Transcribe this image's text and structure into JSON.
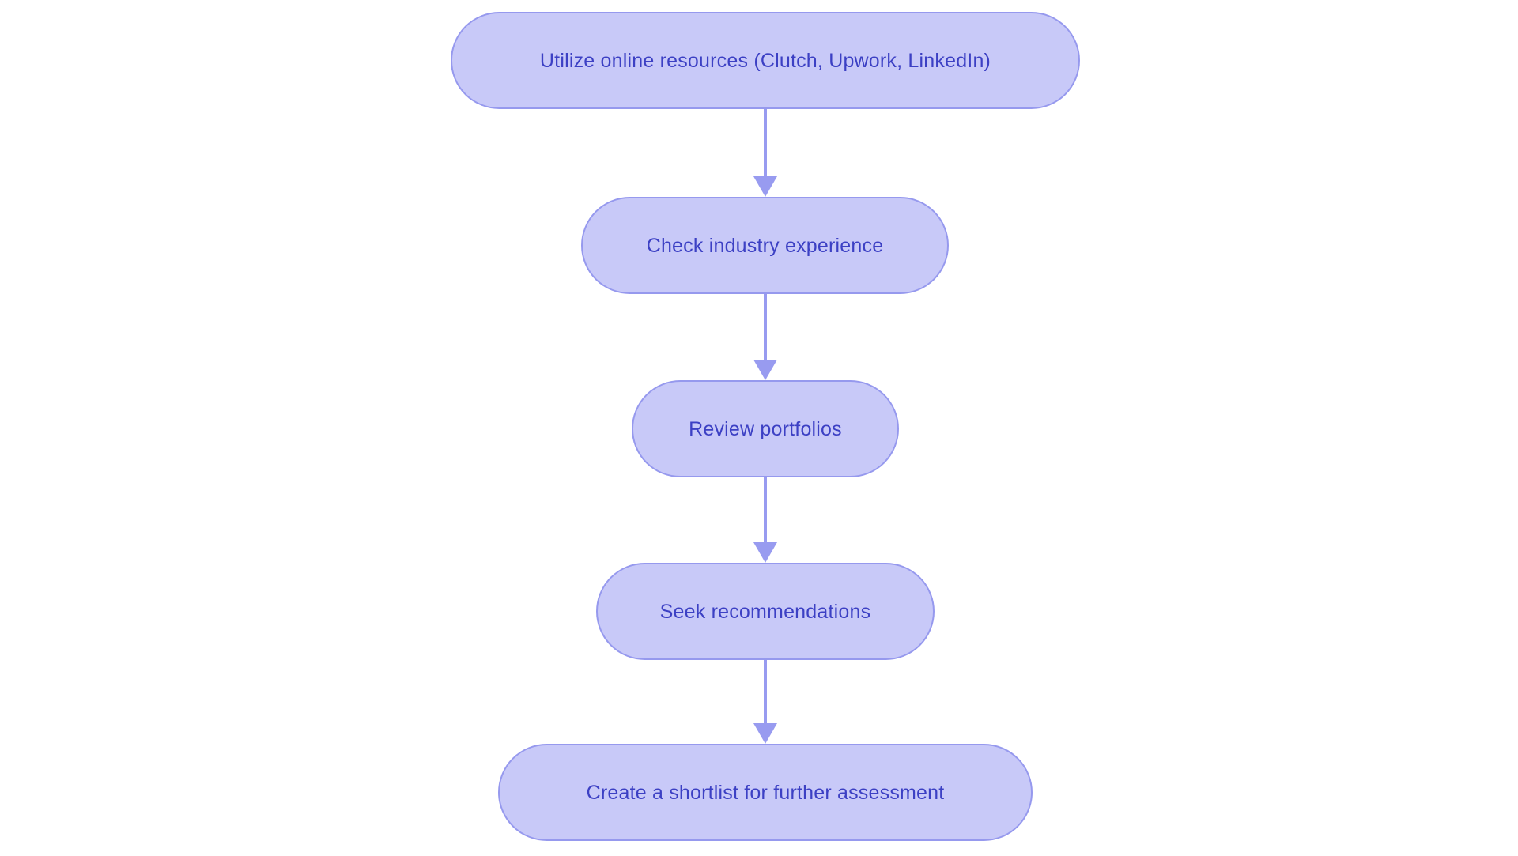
{
  "diagram": {
    "type": "flowchart",
    "direction": "top-down",
    "nodes": [
      {
        "id": "step-1",
        "shape": "stadium",
        "label": "Utilize online resources (Clutch, Upwork, LinkedIn)"
      },
      {
        "id": "step-2",
        "shape": "stadium",
        "label": "Check industry experience"
      },
      {
        "id": "step-3",
        "shape": "stadium",
        "label": "Review portfolios"
      },
      {
        "id": "step-4",
        "shape": "stadium",
        "label": "Seek recommendations"
      },
      {
        "id": "step-5",
        "shape": "stadium",
        "label": "Create a shortlist for further assessment"
      }
    ],
    "edges": [
      {
        "from": "step-1",
        "to": "step-2",
        "style": "solid-arrow"
      },
      {
        "from": "step-2",
        "to": "step-3",
        "style": "solid-arrow"
      },
      {
        "from": "step-3",
        "to": "step-4",
        "style": "solid-arrow"
      },
      {
        "from": "step-4",
        "to": "step-5",
        "style": "solid-arrow"
      }
    ],
    "colors": {
      "node_fill": "#c8c9f8",
      "node_border": "#9699ee",
      "node_text": "#3c40c4",
      "arrow": "#989bf0",
      "background": "#ffffff"
    }
  }
}
